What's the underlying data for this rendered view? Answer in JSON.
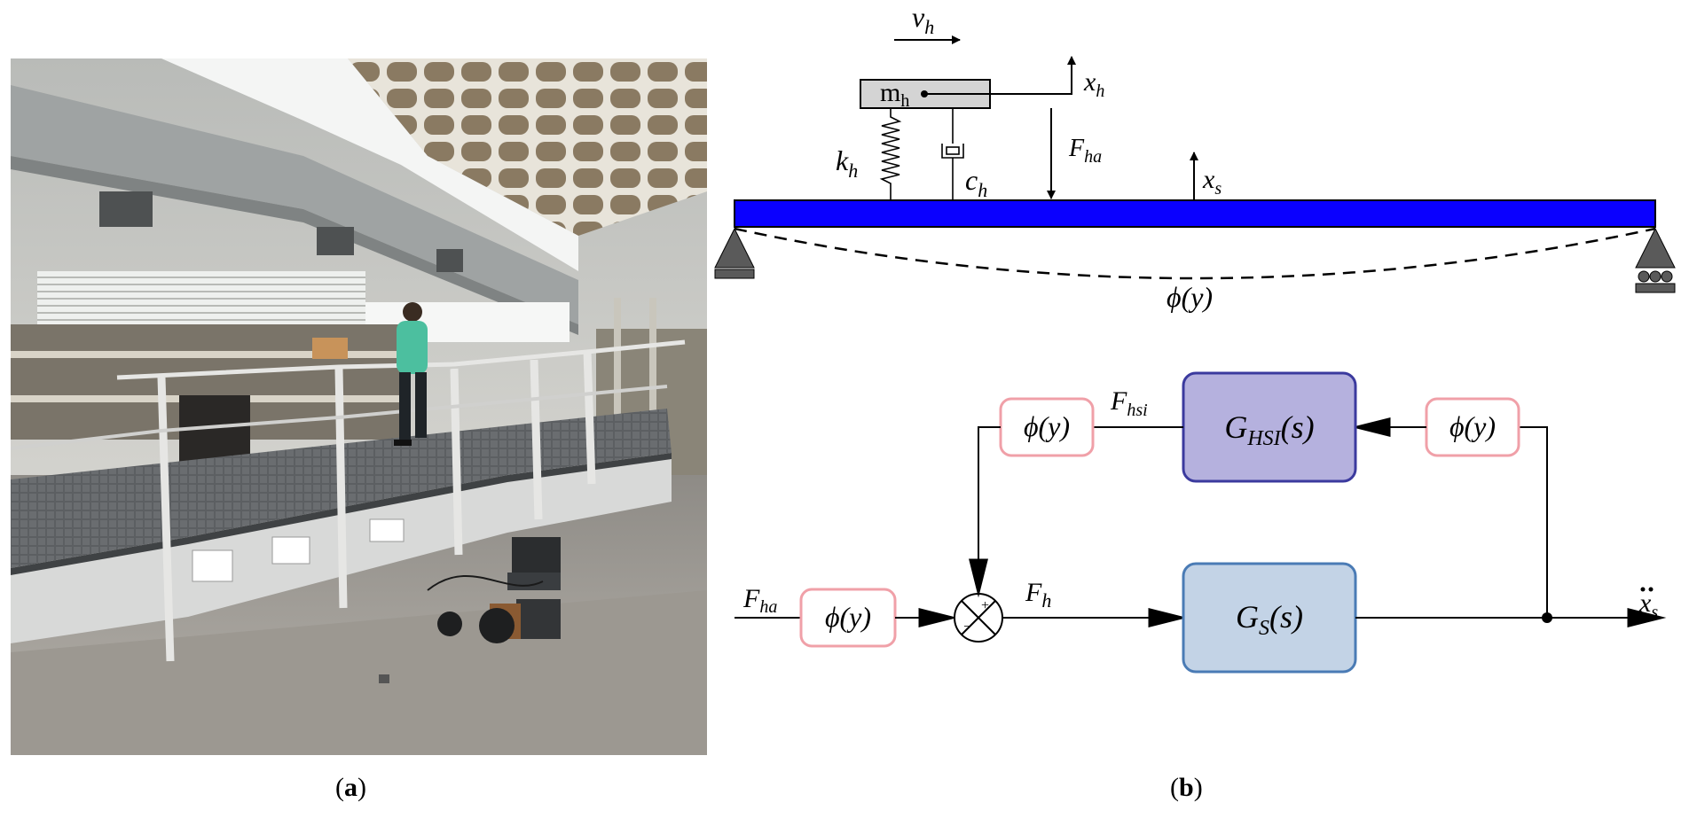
{
  "captions": {
    "a_open": "(",
    "a_letter": "a",
    "a_close": ")",
    "b_open": "(",
    "b_letter": "b",
    "b_close": ")"
  },
  "beam_model": {
    "velocity_label": "v",
    "velocity_sub": "h",
    "mass_label": "m",
    "mass_sub": "h",
    "mass_disp_label": "x",
    "mass_disp_sub": "h",
    "spring_label": "k",
    "spring_sub": "h",
    "damper_label": "c",
    "damper_sub": "h",
    "force_label": "F",
    "force_sub": "ha",
    "beam_disp_label": "x",
    "beam_disp_sub": "s",
    "mode_shape": "ϕ(y)",
    "beam_color": "#0a00ff"
  },
  "block_diagram": {
    "input_label": "F",
    "input_sub": "ha",
    "input_gain": "ϕ(y)",
    "summing_plus": "+",
    "summing_minus": "−",
    "sum_out_label": "F",
    "sum_out_sub": "h",
    "structure_block": {
      "main": "G",
      "sub": "S",
      "tail": "(s)",
      "fill": "#c3d3e6",
      "stroke": "#4a7bb5"
    },
    "hsi_block": {
      "main": "G",
      "sub": "HSI",
      "tail": "(s)",
      "fill": "#b5b1de",
      "stroke": "#3b3a9e"
    },
    "feedback_gain_right": "ϕ(y)",
    "feedback_gain_left": "ϕ(y)",
    "feedback_label": "F",
    "feedback_sub": "hsi",
    "output_label": "x",
    "output_sub": "s",
    "gain_box_stroke": "#f0a0a8"
  }
}
